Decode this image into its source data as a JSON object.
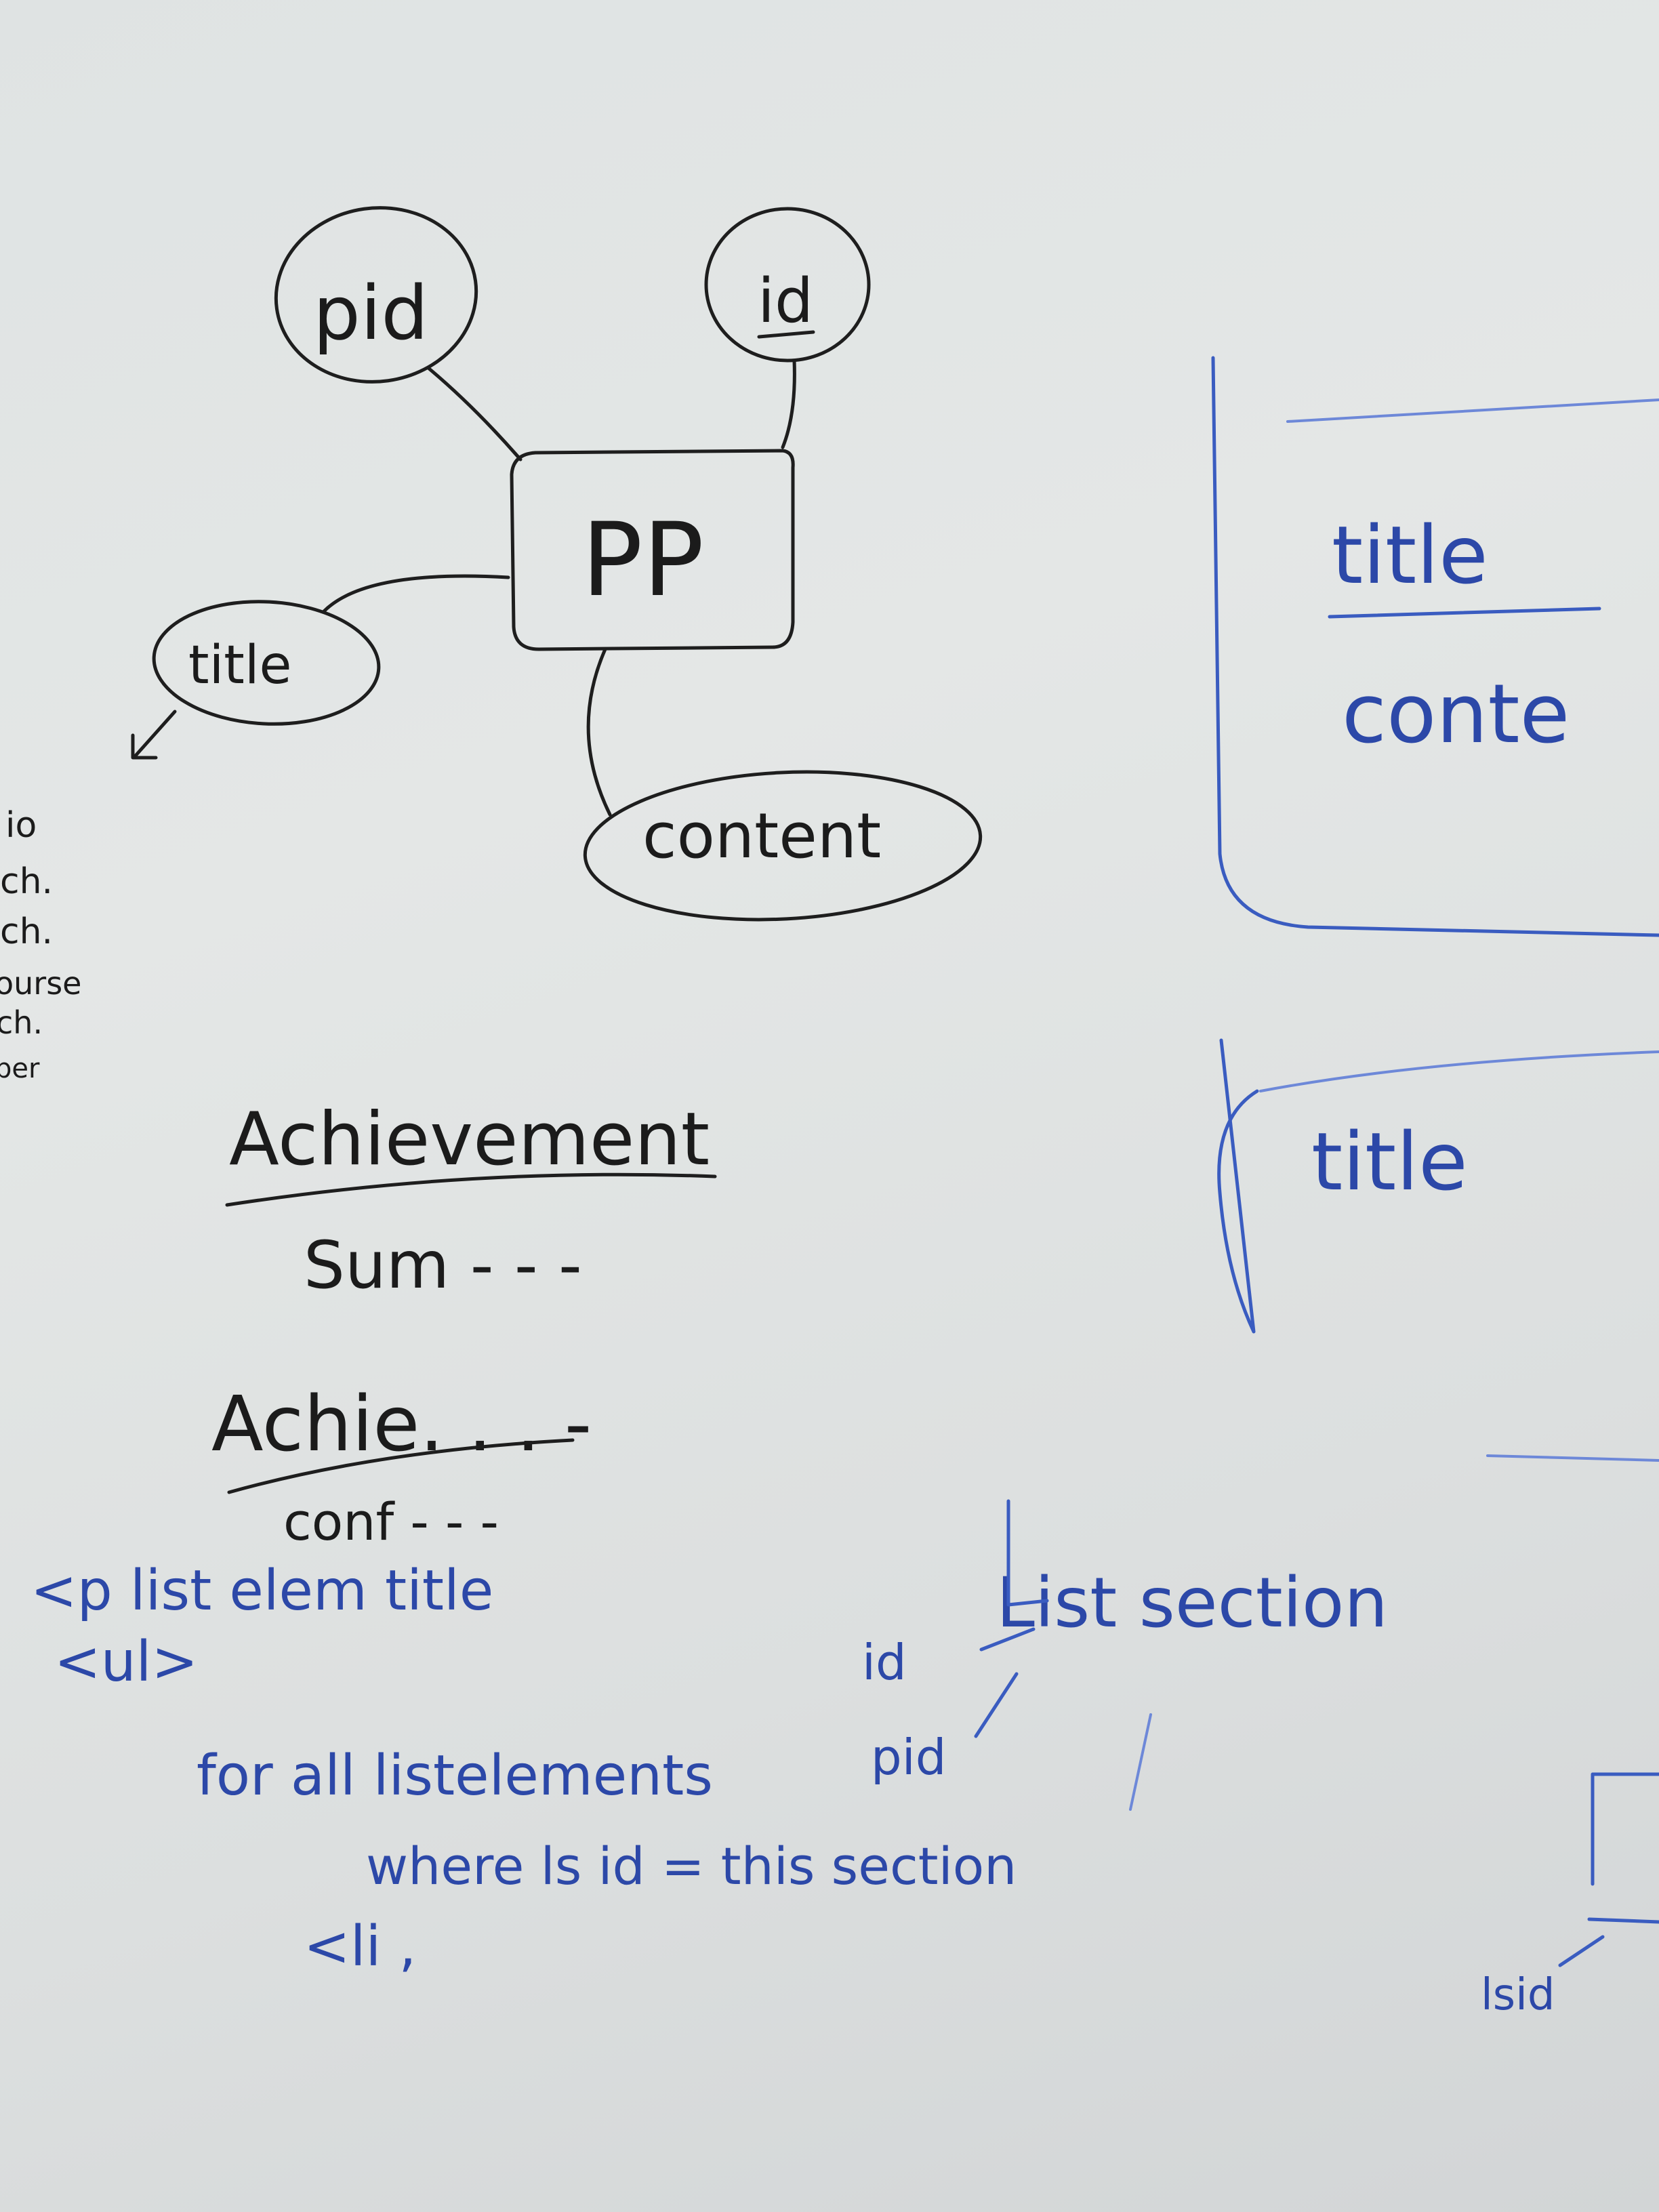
{
  "diagram": {
    "entity": "PP",
    "attributes": {
      "pid": "pid",
      "id": "id",
      "title": "title",
      "content": "content"
    }
  },
  "left_margin_fragments": [
    "io",
    "ch.",
    "ch.",
    "ourse",
    "ch.",
    "per"
  ],
  "achievement_block_1": {
    "heading": "Achievement",
    "line": "Sum - - -"
  },
  "achievement_block_2": {
    "heading": "Achie. . . -",
    "line": "conf - - -"
  },
  "code_notes": {
    "line1": "<p  list elem title",
    "line2": "<ul>",
    "line3": "for all listelements",
    "line4": "where ls id = this section",
    "line5": "<li ,"
  },
  "list_section": {
    "label": "List section",
    "field_id": "id",
    "field_pid": "pid",
    "field_lsid": "lsid"
  },
  "right_card_1": {
    "title": "title",
    "content": "conte"
  },
  "right_card_2": {
    "title": "title"
  }
}
